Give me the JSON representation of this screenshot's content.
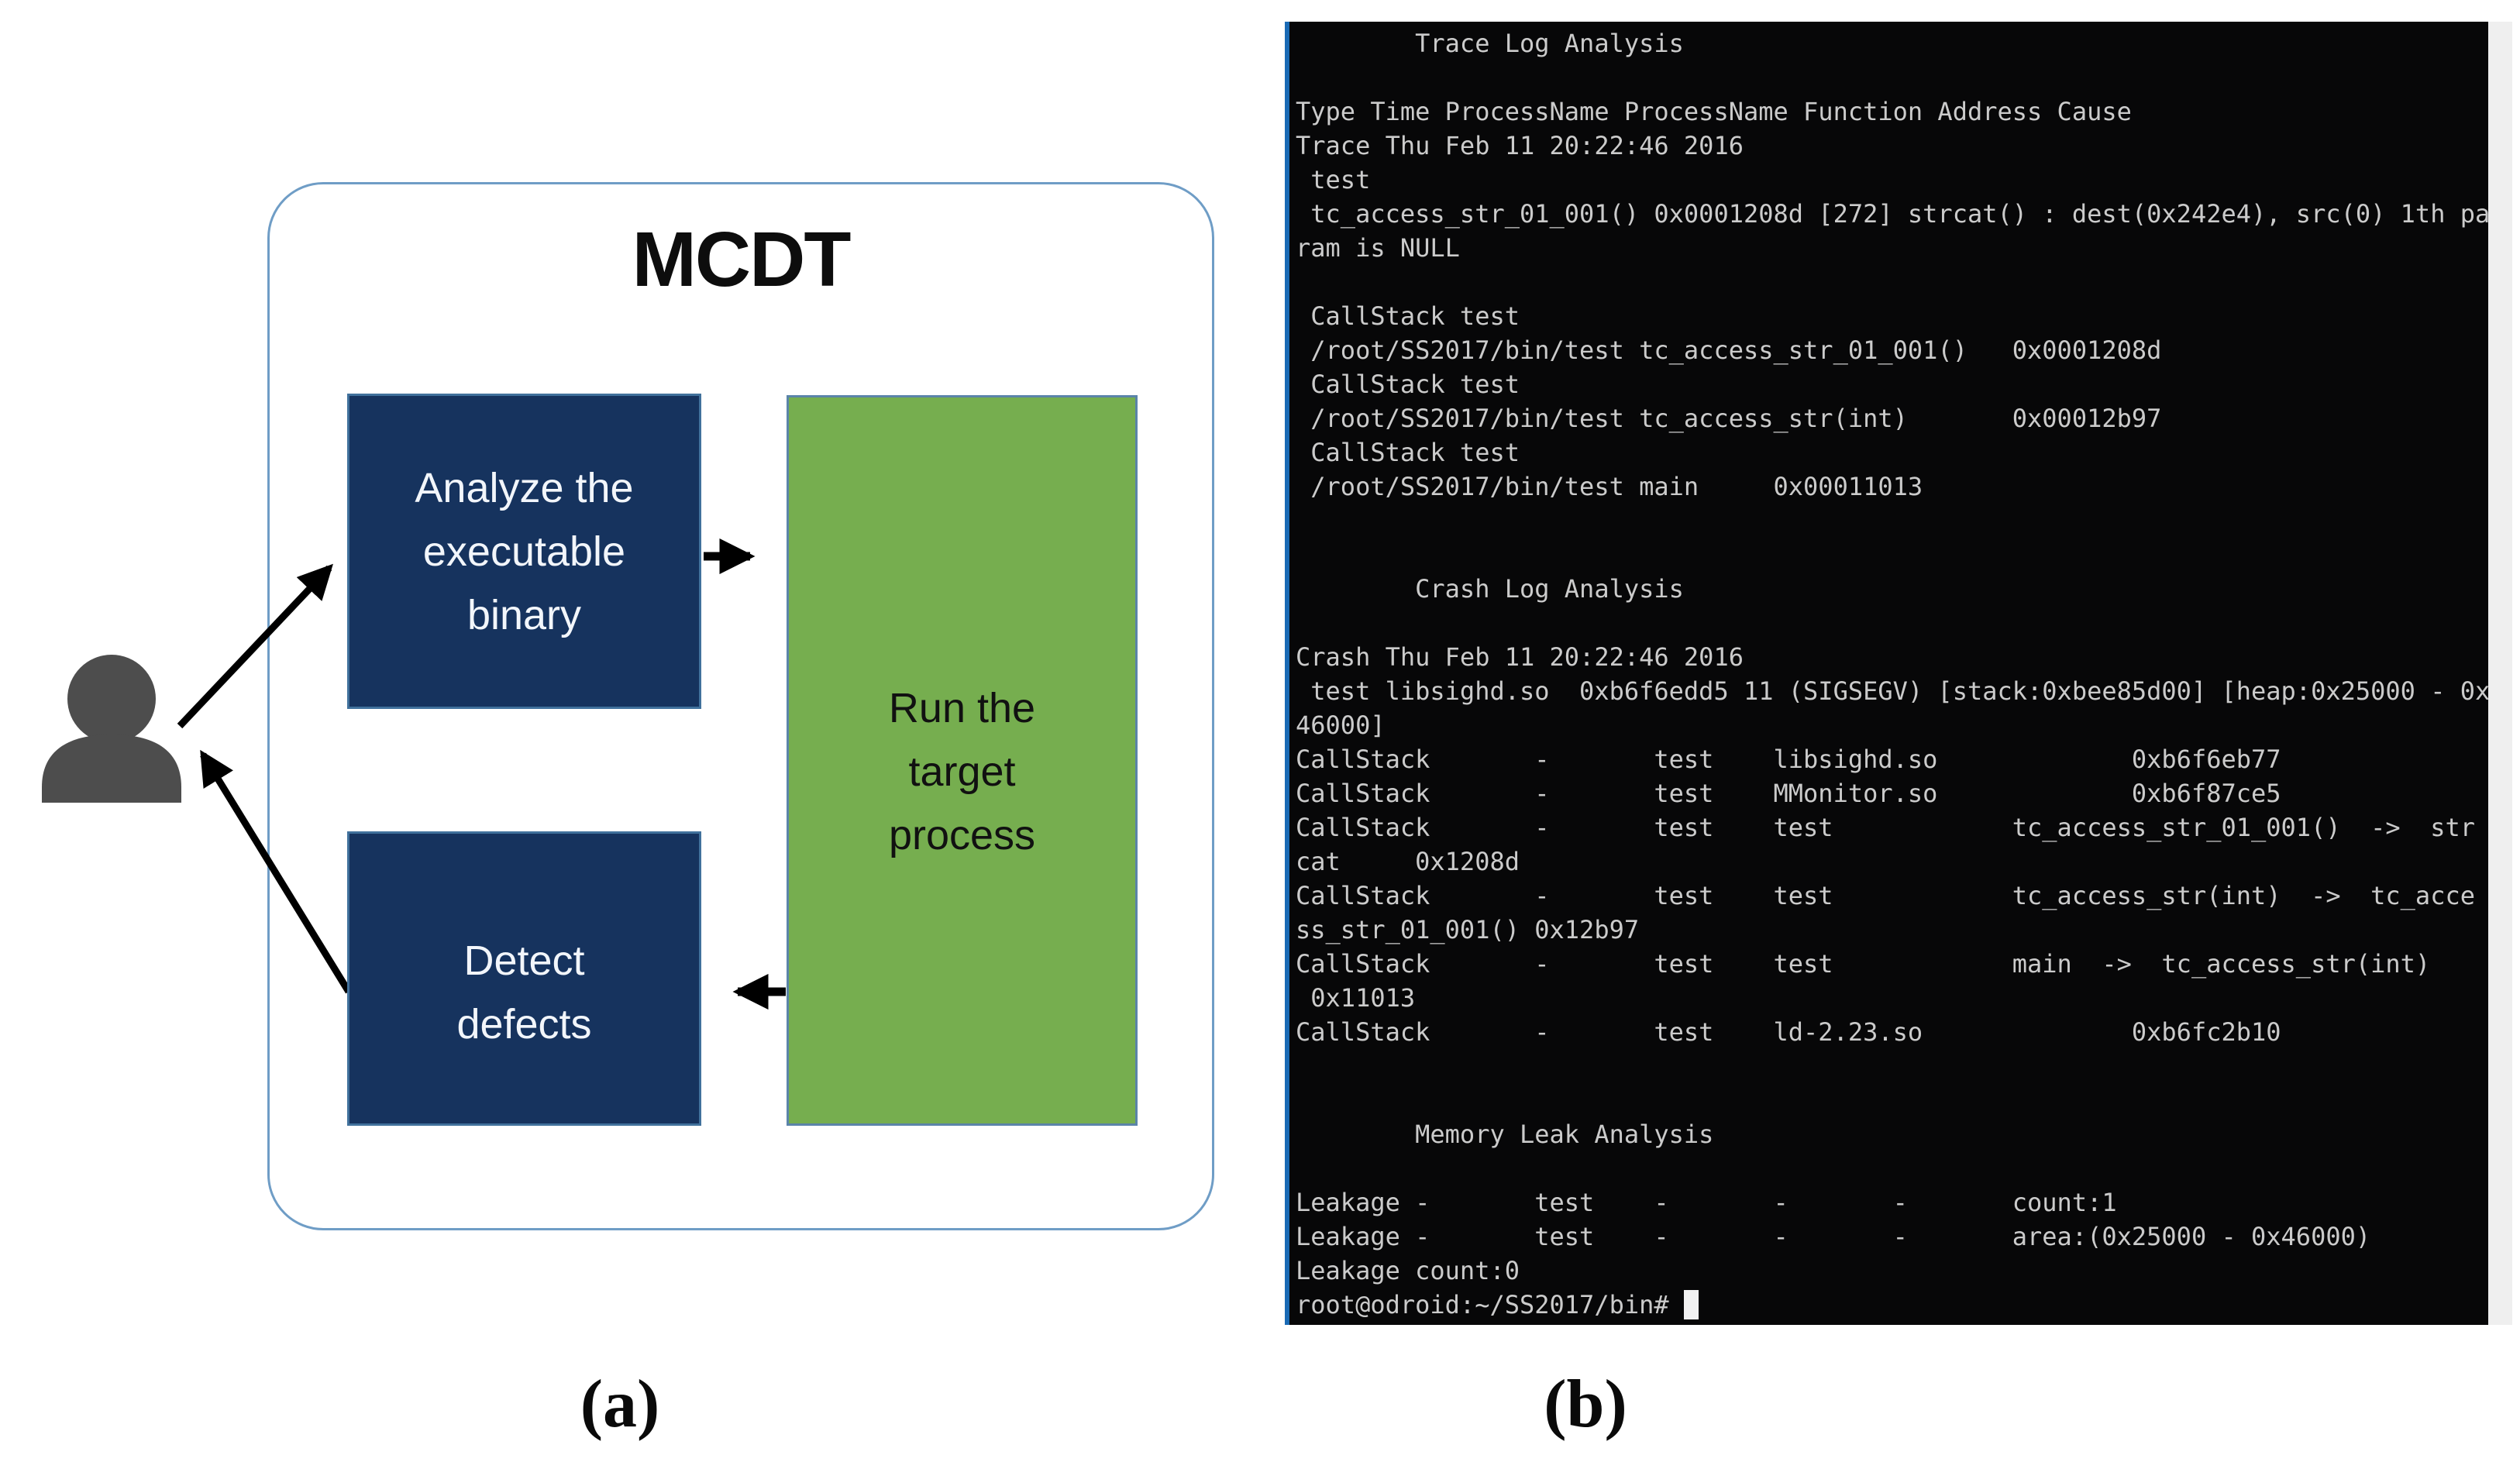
{
  "figure": {
    "caption_a": "(a)",
    "caption_b": "(b)",
    "diagram": {
      "title": "MCDT",
      "person_icon": "person-silhouette",
      "analyze_box_lines": [
        "Analyze the",
        "executable",
        "binary"
      ],
      "detect_box_lines": [
        "Detect",
        "defects"
      ],
      "run_box_lines": [
        "Run the",
        "target",
        "process"
      ],
      "colors": {
        "navy_box": "#16335e",
        "navy_box_border": "#41719c",
        "green_box": "#76ae4f",
        "green_box_border": "#5b84a9",
        "outer_border": "#6f9dc6",
        "person": "#4d4d4d",
        "arrow": "#000000"
      }
    },
    "terminal": {
      "lines": [
        "        Trace Log Analysis",
        "",
        "Type Time ProcessName ProcessName Function Address Cause",
        "Trace Thu Feb 11 20:22:46 2016",
        " test",
        " tc_access_str_01_001() 0x0001208d [272] strcat() : dest(0x242e4), src(0) 1th pa",
        "ram is NULL",
        "",
        " CallStack test",
        " /root/SS2017/bin/test tc_access_str_01_001()   0x0001208d",
        " CallStack test",
        " /root/SS2017/bin/test tc_access_str(int)       0x00012b97",
        " CallStack test",
        " /root/SS2017/bin/test main     0x00011013",
        "",
        "",
        "        Crash Log Analysis",
        "",
        "Crash Thu Feb 11 20:22:46 2016",
        " test libsighd.so  0xb6f6edd5 11 (SIGSEGV) [stack:0xbee85d00] [heap:0x25000 - 0x",
        "46000]",
        "CallStack       -       test    libsighd.so             0xb6f6eb77",
        "CallStack       -       test    MMonitor.so             0xb6f87ce5",
        "CallStack       -       test    test            tc_access_str_01_001()  ->  str",
        "cat     0x1208d",
        "CallStack       -       test    test            tc_access_str(int)  ->  tc_acce",
        "ss_str_01_001() 0x12b97",
        "CallStack       -       test    test            main  ->  tc_access_str(int)",
        " 0x11013",
        "CallStack       -       test    ld-2.23.so              0xb6fc2b10",
        "",
        "",
        "        Memory Leak Analysis",
        "",
        "Leakage -       test    -       -       -       count:1",
        "Leakage -       test    -       -       -       area:(0x25000 - 0x46000)",
        "Leakage count:0"
      ],
      "prompt": "root@odroid:~/SS2017/bin# ",
      "colors": {
        "background": "#070708",
        "text": "#cbcbcb",
        "left_border": "#1a6ab5",
        "cursor": "#f2f2f2",
        "scrollbar": "#efefef"
      }
    }
  }
}
